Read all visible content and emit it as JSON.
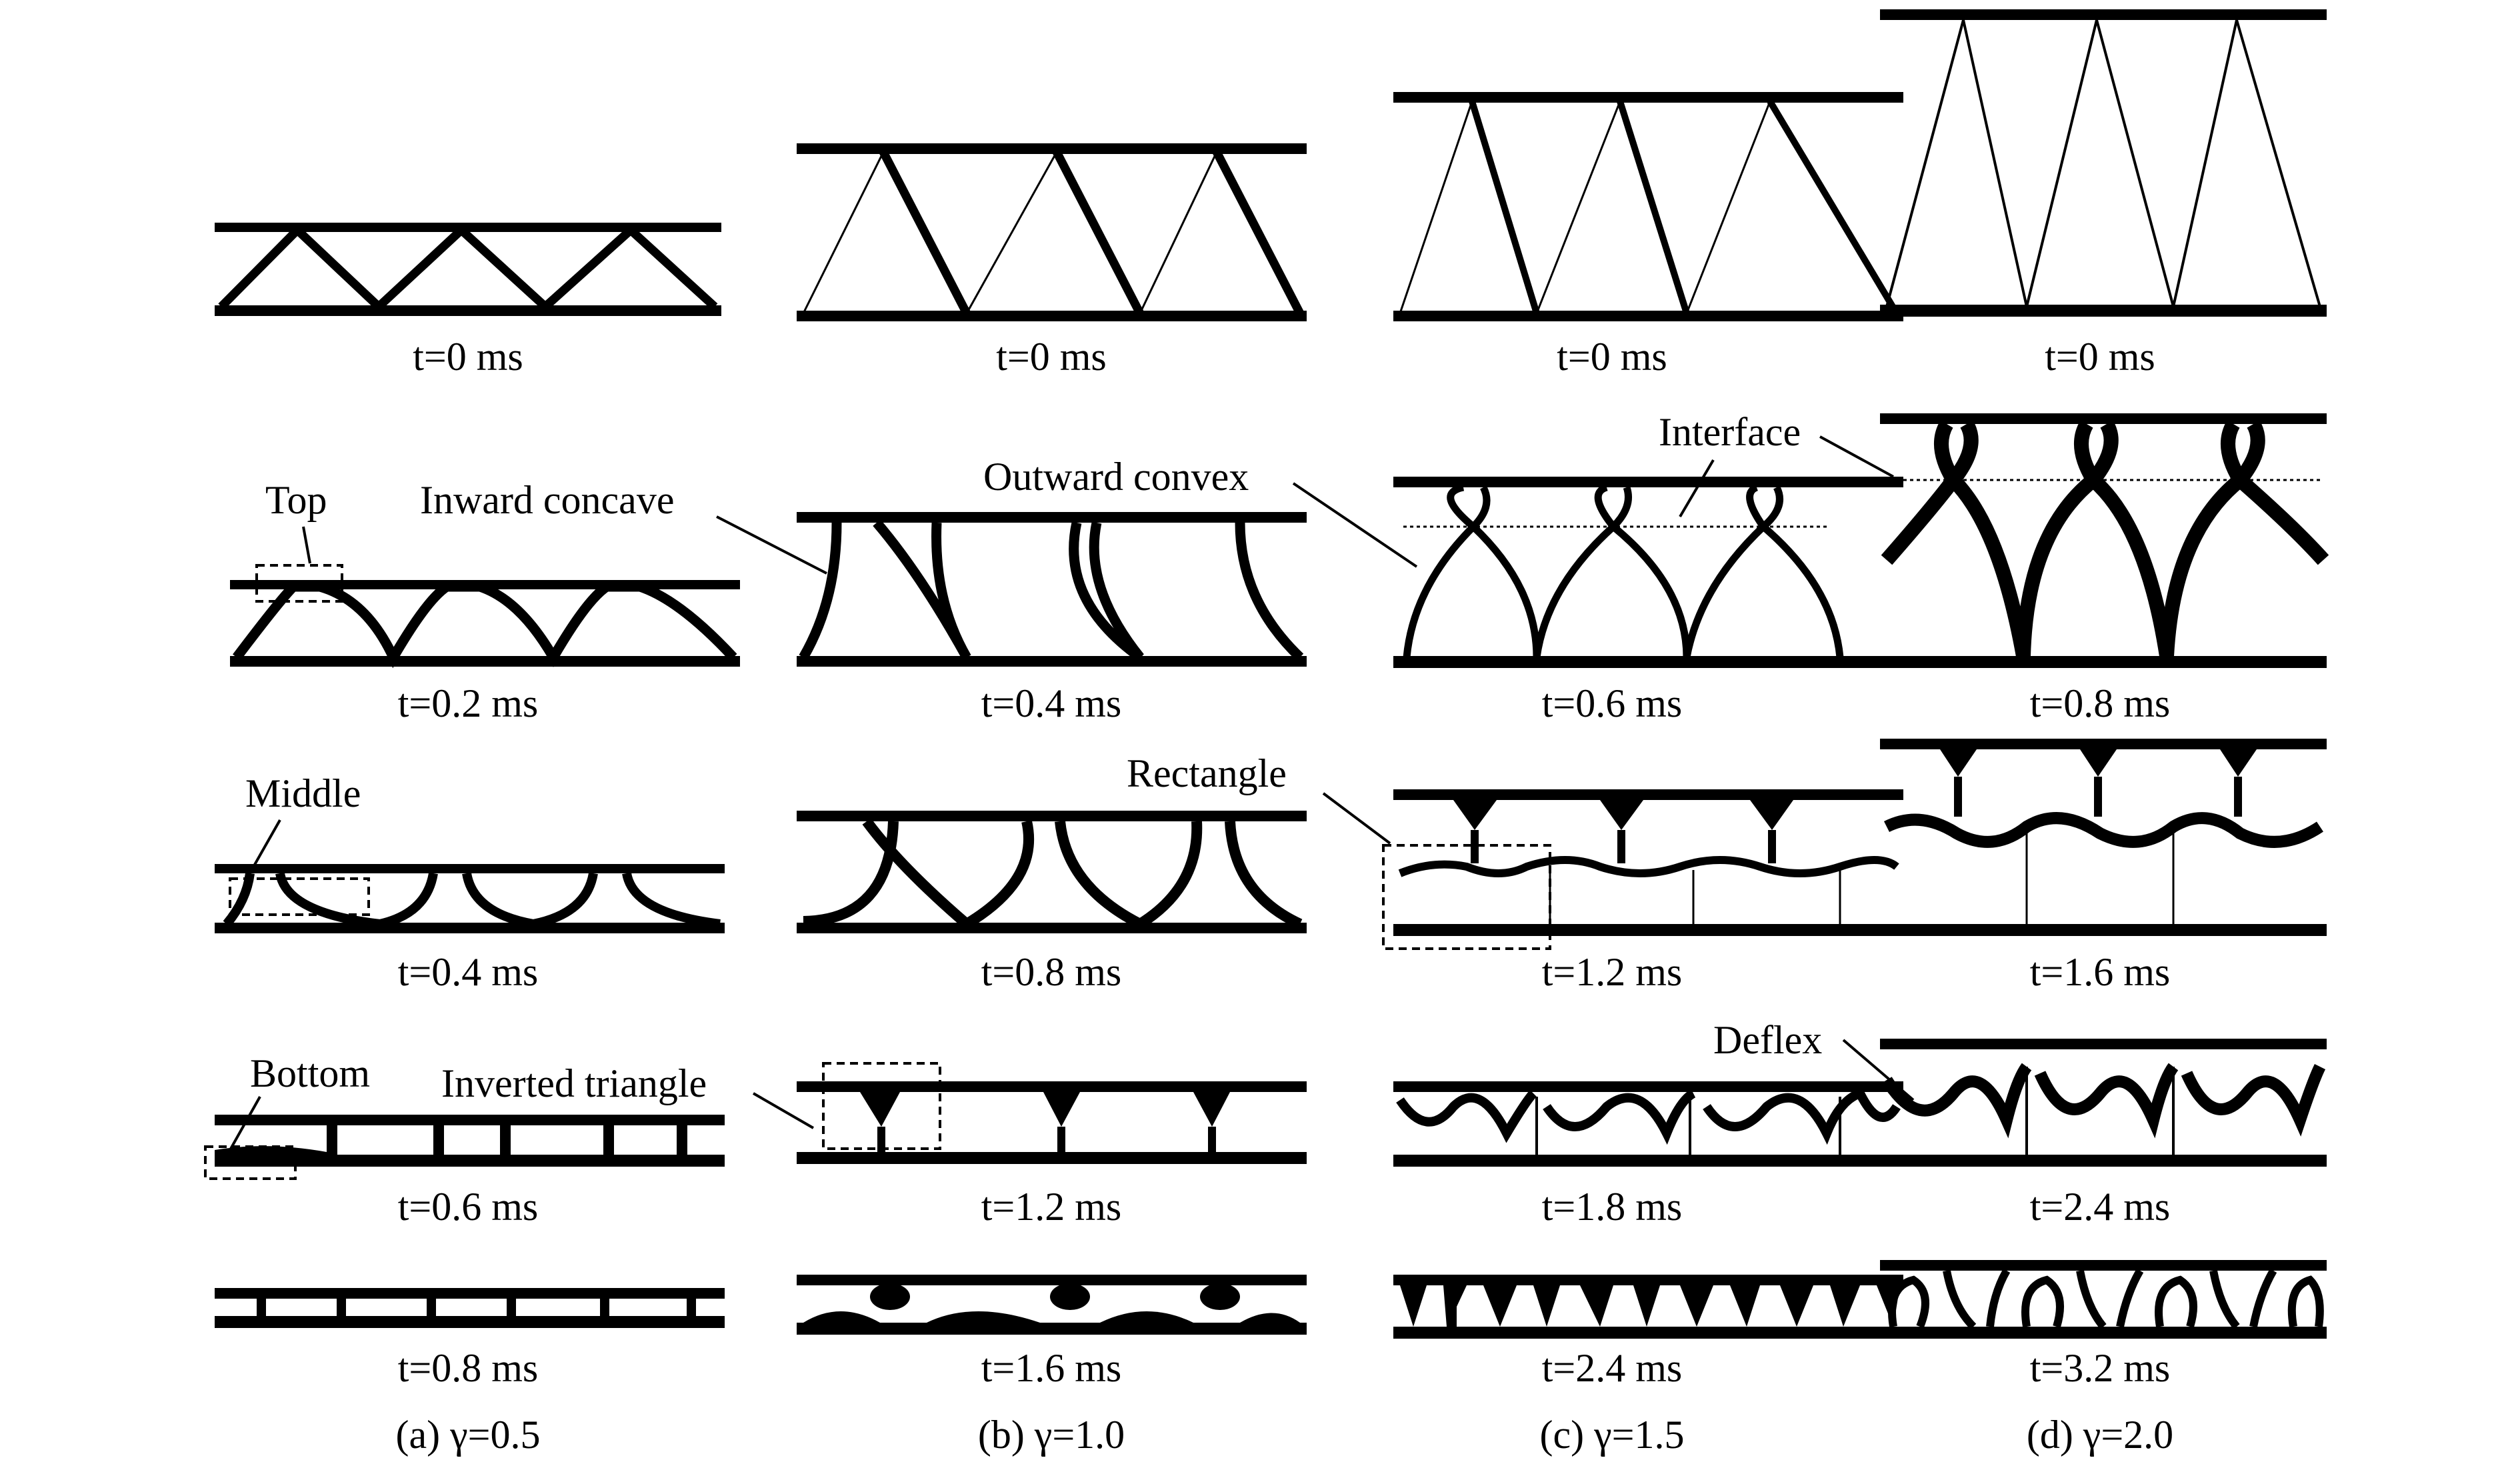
{
  "columns": [
    {
      "caption": "(a) γ=0.5",
      "frames": [
        {
          "time": "t=0 ms"
        },
        {
          "time": "t=0.2 ms"
        },
        {
          "time": "t=0.4 ms"
        },
        {
          "time": "t=0.6 ms"
        },
        {
          "time": "t=0.8 ms"
        }
      ]
    },
    {
      "caption": "(b) γ=1.0",
      "frames": [
        {
          "time": "t=0 ms"
        },
        {
          "time": "t=0.4 ms"
        },
        {
          "time": "t=0.8 ms"
        },
        {
          "time": "t=1.2 ms"
        },
        {
          "time": "t=1.6 ms"
        }
      ]
    },
    {
      "caption": "(c) γ=1.5",
      "frames": [
        {
          "time": "t=0 ms"
        },
        {
          "time": "t=0.6 ms"
        },
        {
          "time": "t=1.2 ms"
        },
        {
          "time": "t=1.8 ms"
        },
        {
          "time": "t=2.4 ms"
        }
      ]
    },
    {
      "caption": "(d) γ=2.0",
      "frames": [
        {
          "time": "t=0 ms"
        },
        {
          "time": "t=0.8 ms"
        },
        {
          "time": "t=1.6 ms"
        },
        {
          "time": "t=2.4 ms"
        },
        {
          "time": "t=3.2 ms"
        }
      ]
    }
  ],
  "annotations": {
    "top": "Top",
    "middle": "Middle",
    "bottom": "Bottom",
    "inward_concave": "Inward concave",
    "outward_convex": "Outward convex",
    "interface": "Interface",
    "rectangle": "Rectangle",
    "inverted_triangle": "Inverted triangle",
    "deflex": "Deflex"
  }
}
